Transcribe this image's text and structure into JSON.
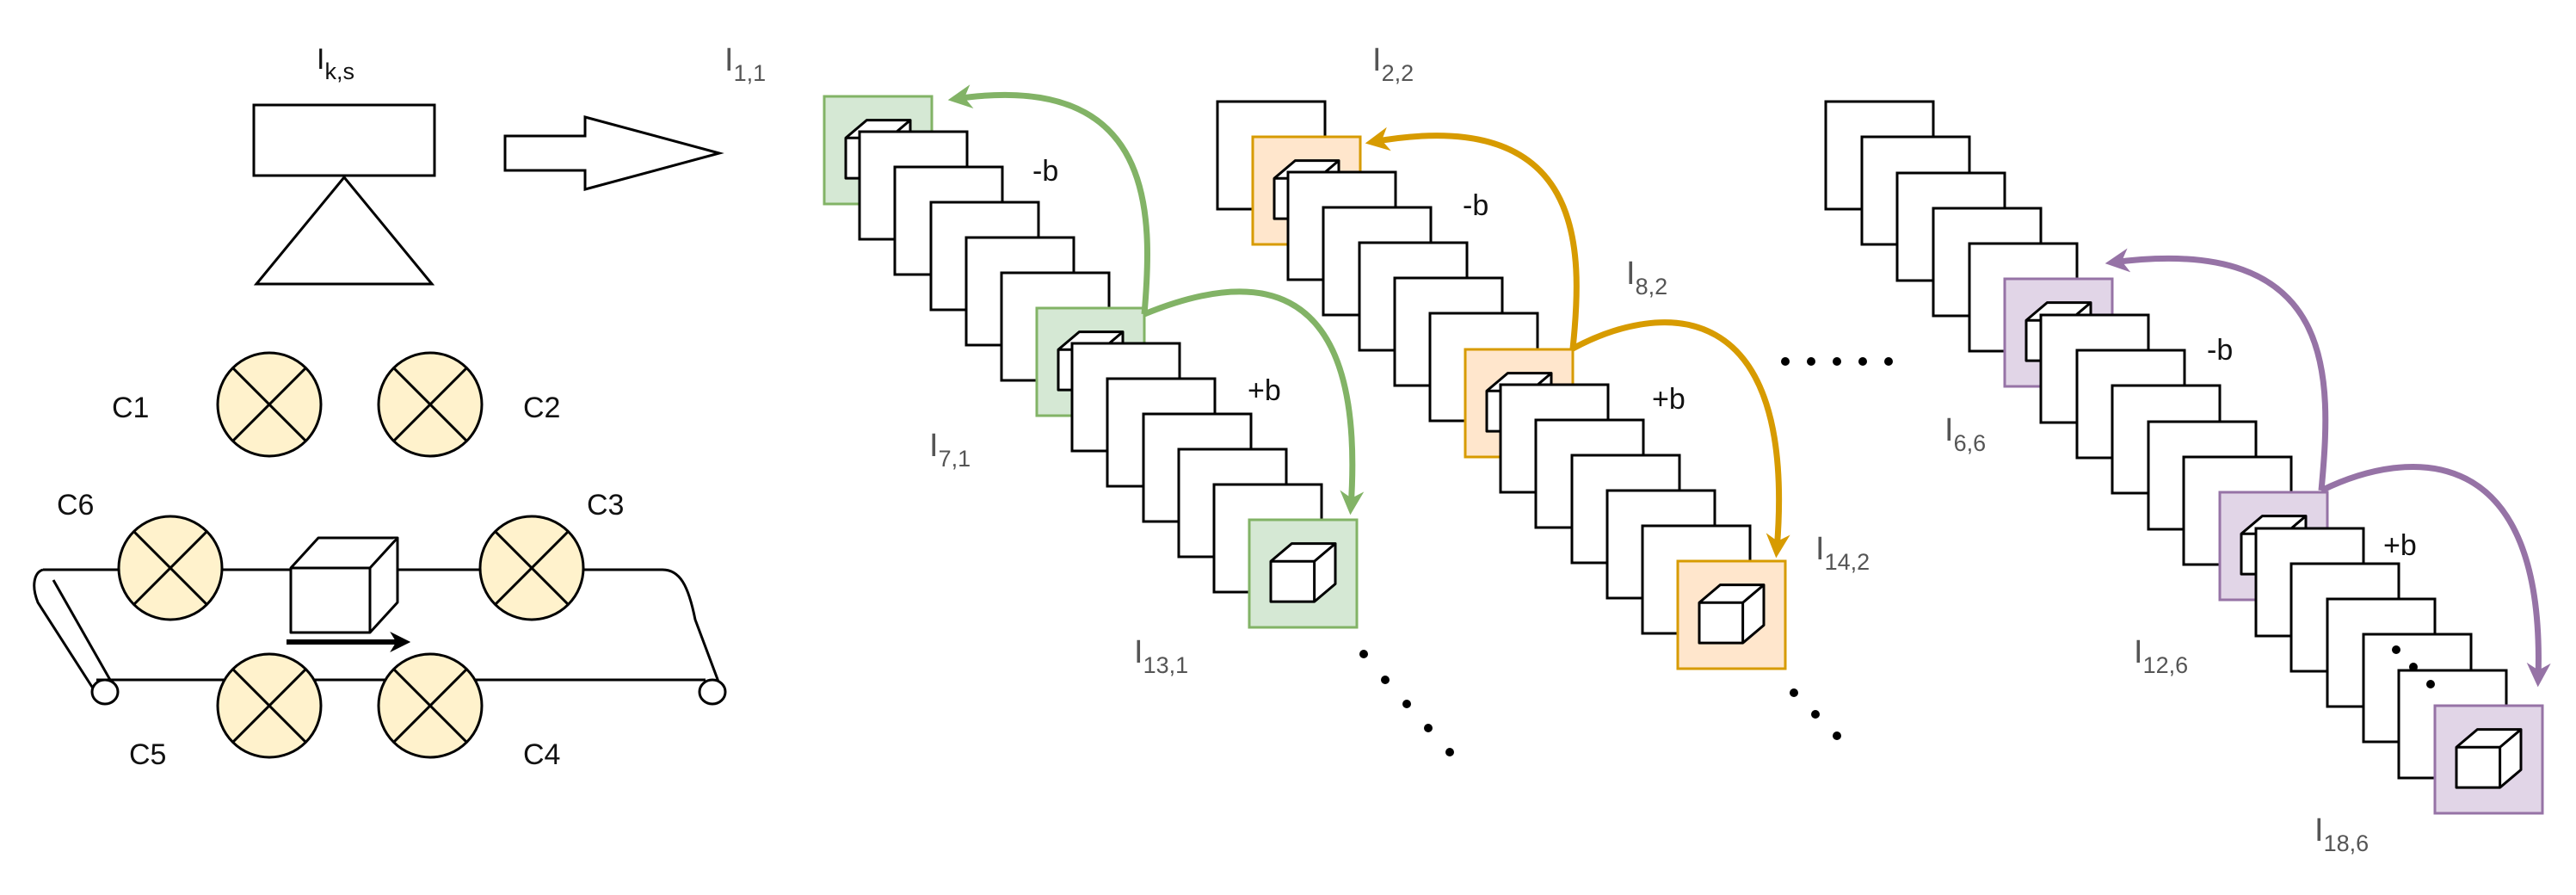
{
  "legend": {
    "camera_label": {
      "main": "I",
      "sub": "k,s"
    },
    "cameras": [
      "C1",
      "C2",
      "C3",
      "C4",
      "C5",
      "C6"
    ],
    "lamp_fill": "#fff2cc"
  },
  "sequences": [
    {
      "name": "s1",
      "color": "#82b366",
      "fill": "#d5e8d4",
      "labels": [
        {
          "main": "I",
          "sub": "1,1"
        },
        {
          "main": "I",
          "sub": "7,1"
        },
        {
          "main": "I",
          "sub": "13,1"
        }
      ],
      "arrow_labels": {
        "minus": "-b",
        "plus": "+b"
      }
    },
    {
      "name": "s2",
      "color": "#d79b00",
      "fill": "#ffe6cc",
      "labels": [
        {
          "main": "I",
          "sub": "2,2"
        },
        {
          "main": "I",
          "sub": "8,2"
        },
        {
          "main": "I",
          "sub": "14,2"
        }
      ],
      "arrow_labels": {
        "minus": "-b",
        "plus": "+b"
      }
    },
    {
      "name": "s6",
      "color": "#9673a6",
      "fill": "#e1d5e7",
      "labels": [
        {
          "main": "I",
          "sub": "6,6"
        },
        {
          "main": "I",
          "sub": "12,6"
        },
        {
          "main": "I",
          "sub": "18,6"
        }
      ],
      "arrow_labels": {
        "minus": "-b",
        "plus": "+b"
      }
    }
  ]
}
